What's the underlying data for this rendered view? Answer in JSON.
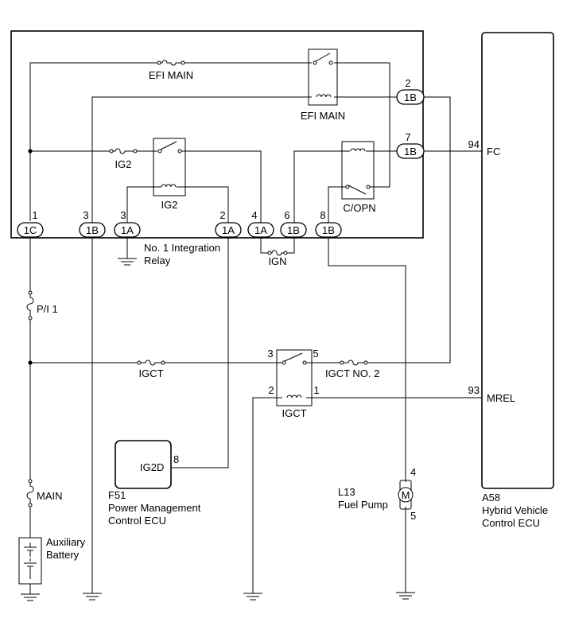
{
  "integration_relay": {
    "name_line1": "No. 1 Integration",
    "name_line2": "Relay",
    "fuses": {
      "efi_main": "EFI MAIN",
      "ig2": "IG2",
      "ign": "IGN"
    },
    "relays": {
      "efi_main": "EFI MAIN",
      "ig2": "IG2",
      "copn": "C/OPN"
    },
    "connectors": {
      "c1": {
        "label": "1C",
        "pin": "1"
      },
      "c2": {
        "label": "1B",
        "pin": "3"
      },
      "c3": {
        "label": "1A",
        "pin": "3"
      },
      "c4": {
        "label": "1A",
        "pin": "2"
      },
      "c5": {
        "label": "1A",
        "pin": "4"
      },
      "c6": {
        "label": "1B",
        "pin": "6"
      },
      "c7": {
        "label": "1B",
        "pin": "8"
      },
      "r1": {
        "label": "1B",
        "pin": "2"
      },
      "r2": {
        "label": "1B",
        "pin": "7"
      }
    }
  },
  "hv_ecu": {
    "code": "A58",
    "name_line1": "Hybrid Vehicle",
    "name_line2": "Control ECU",
    "pins": {
      "fc": {
        "name": "FC",
        "num": "94"
      },
      "mrel": {
        "name": "MREL",
        "num": "93"
      }
    }
  },
  "fuses": {
    "pi1": "P/I 1",
    "igct": "IGCT",
    "igct_no2": "IGCT NO. 2",
    "main": "MAIN"
  },
  "igct_relay": {
    "label": "IGCT",
    "pin3": "3",
    "pin5": "5",
    "pin2": "2",
    "pin1": "1"
  },
  "power_ecu": {
    "code": "F51",
    "name_line1": "Power Management",
    "name_line2": "Control ECU",
    "terminal": "IG2D",
    "pin": "8"
  },
  "fuel_pump": {
    "code": "L13",
    "name": "Fuel Pump",
    "symbol": "M",
    "pin_top": "4",
    "pin_bottom": "5"
  },
  "battery": {
    "name_line1": "Auxiliary",
    "name_line2": "Battery"
  }
}
